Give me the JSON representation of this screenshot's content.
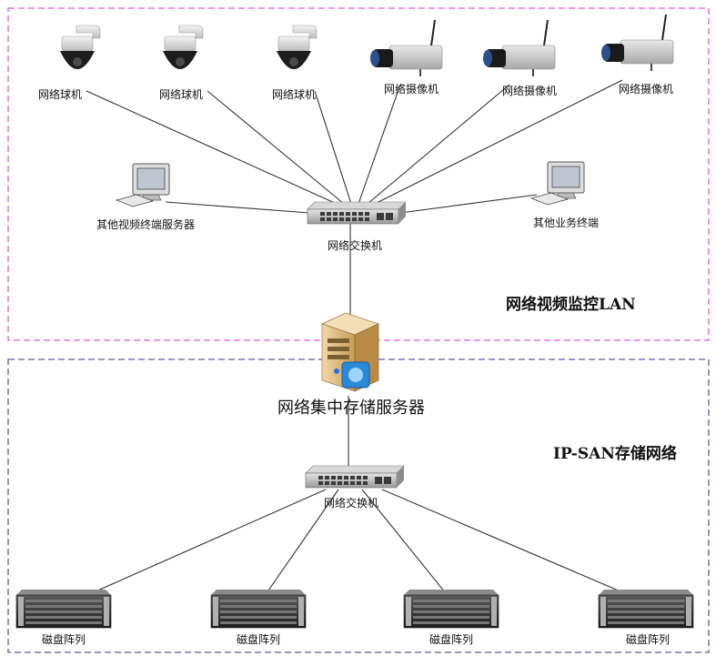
{
  "zones": {
    "lan": {
      "title": "网络视频监控LAN",
      "border_color": "#e05ad8"
    },
    "san": {
      "title": "IP-SAN存储网络",
      "border_color": "#5a5aa8"
    }
  },
  "lan_devices": {
    "dome_cameras": [
      "网络球机",
      "网络球机",
      "网络球机"
    ],
    "box_cameras": [
      "网络摄像机",
      "网络摄像机",
      "网络摄像机"
    ],
    "terminal_left": "其他视频终端服务器",
    "terminal_right": "其他业务终端",
    "switch": "网络交换机"
  },
  "server": {
    "label": "网络集中存储服务器"
  },
  "san_devices": {
    "switch": "网络交换机",
    "disk_arrays": [
      "磁盘阵列",
      "磁盘阵列",
      "磁盘阵列",
      "磁盘阵列"
    ]
  }
}
